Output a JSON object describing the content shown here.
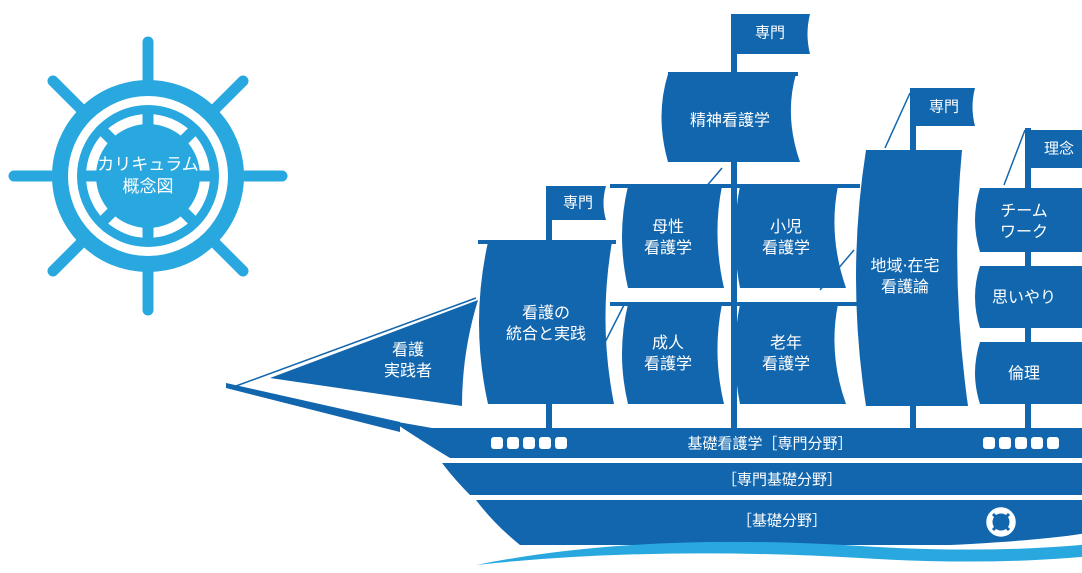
{
  "wheel": {
    "line1": "カリキュラム",
    "line2": "概念図"
  },
  "flags": {
    "main": "専門",
    "left": "専門",
    "center_right": "専門",
    "right": "理念"
  },
  "sails": {
    "jib": {
      "line1": "看護",
      "line2": "実践者"
    },
    "integration": {
      "line1": "看護の",
      "line2": "統合と実践"
    },
    "psychiatric": {
      "line1": "精神看護学"
    },
    "maternal": {
      "line1": "母性",
      "line2": "看護学"
    },
    "pediatric": {
      "line1": "小児",
      "line2": "看護学"
    },
    "adult": {
      "line1": "成人",
      "line2": "看護学"
    },
    "geriatric": {
      "line1": "老年",
      "line2": "看護学"
    },
    "community": {
      "line1": "地域·在宅",
      "line2": "看護論"
    },
    "teamwork": {
      "line1": "チーム",
      "line2": "ワーク"
    },
    "compassion": {
      "line1": "思いやり"
    },
    "ethics": {
      "line1": "倫理"
    }
  },
  "hull": {
    "deck": "基礎看護学［専門分野］",
    "middle": "［専門基礎分野］",
    "bottom": "［基礎分野］"
  },
  "colors": {
    "ship": "#1266ae",
    "wheel": "#29a8e0",
    "wave": "#29a8e0"
  },
  "icons": {
    "lifebuoy": "lifebuoy-icon",
    "portholes": "porthole-icon"
  }
}
